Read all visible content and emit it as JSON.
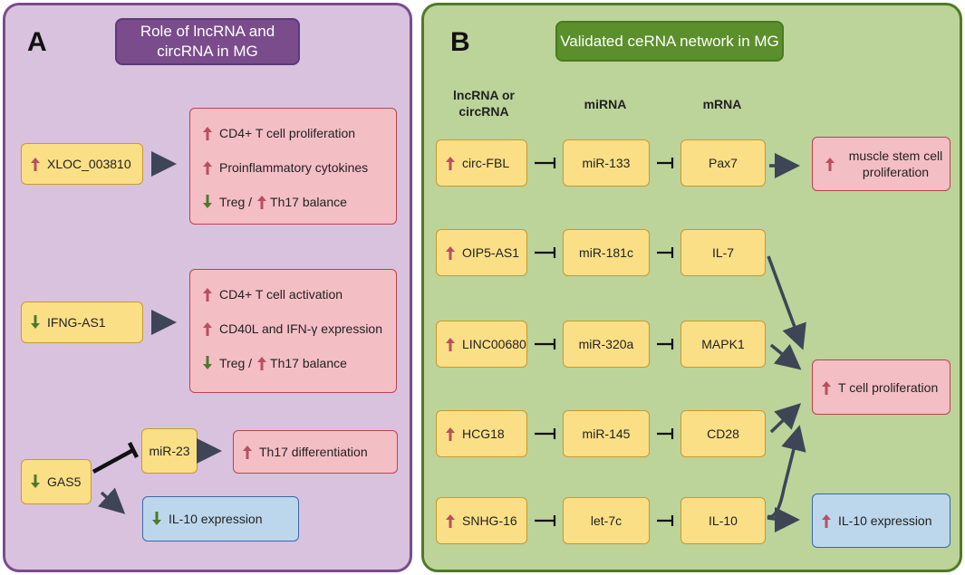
{
  "panel_a": {
    "letter": "A",
    "title": "Role of lncRNA and circRNA in MG",
    "xloc": {
      "label": "XLOC_003810"
    },
    "xloc_effects": [
      "CD4+ T cell proliferation",
      "Proinflammatory cytokines"
    ],
    "ifng": {
      "label": "IFNG-AS1"
    },
    "ifng_effects": [
      "CD4+ T cell activation",
      "CD40L and IFN-γ expression"
    ],
    "treg": "Treg /",
    "th17_balance": "Th17 balance",
    "gas5": {
      "label": "GAS5"
    },
    "mir23": "miR-23",
    "th17_diff": "Th17 differentiation",
    "il10_expr": "IL-10 expression"
  },
  "panel_b": {
    "letter": "B",
    "title": "Validated ceRNA network in MG",
    "headers": {
      "lnc": "lncRNA or circRNA",
      "mirna": "miRNA",
      "mrna": "mRNA"
    },
    "rows": [
      {
        "lnc": "circ-FBL",
        "mirna": "miR-133",
        "mrna": "Pax7"
      },
      {
        "lnc": "OIP5-AS1",
        "mirna": "miR-181c",
        "mrna": "IL-7"
      },
      {
        "lnc": "LINC00680",
        "mirna": "miR-320a",
        "mrna": "MAPK1"
      },
      {
        "lnc": "HCG18",
        "mirna": "miR-145",
        "mrna": "CD28"
      },
      {
        "lnc": "SNHG-16",
        "mirna": "let-7c",
        "mrna": "IL-10"
      }
    ],
    "outcomes": {
      "muscle": "muscle stem cell proliferation",
      "tcell": "T cell proliferation",
      "il10": "IL-10 expression"
    }
  },
  "colors": {
    "up_arrow": "#b8505e",
    "down_arrow": "#4e7a2c",
    "connector": "#3d4556",
    "panel_a_bg": "#d9c2de",
    "panel_b_bg": "#bcd39a"
  }
}
